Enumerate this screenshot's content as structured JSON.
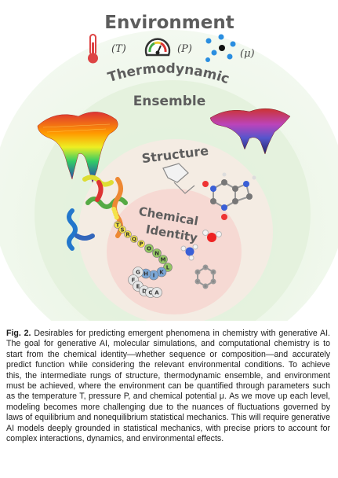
{
  "figure": {
    "levels": {
      "environment": "Environment",
      "thermodynamic": [
        "Thermodynamic",
        "Ensemble"
      ],
      "structure": "Structure",
      "chemical": [
        "Chemical",
        "Identity"
      ]
    },
    "symbols": {
      "temperature": "(T)",
      "pressure": "(P)",
      "chemical_potential": "(μ)"
    },
    "icons": [
      "thermometer-icon",
      "pressure-gauge-icon",
      "particles-icon"
    ],
    "sequence_beads": [
      "T",
      "S",
      "R",
      "Q",
      "P",
      "O",
      "N",
      "M",
      "L",
      "K",
      "I",
      "H",
      "G",
      "F",
      "E",
      "D",
      "C",
      "A"
    ],
    "colors": {
      "outer_ring": "#eef7ea",
      "thermo_ring": "#e5f2e0",
      "structure_ring": "#f4ede4",
      "chemical_core": "#f7dcd8",
      "bead_yellow": "#f4e34a",
      "bead_green": "#93c763",
      "bead_blue": "#7aa6d6",
      "bead_grey": "#e6e6e6"
    }
  },
  "caption": {
    "label": "Fig. 2.",
    "text": "Desirables for predicting emergent phenomena in chemistry with generative AI. The goal for generative AI, molecular simulations, and computational chemistry is to start from the chemical identity—whether sequence or composition—and accurately predict function while considering the relevant environmental conditions. To achieve this, the intermediate rungs of structure, thermodynamic ensemble, and environment must be achieved, where the environment can be quantified through parameters such as the temperature T, pressure P, and chemical potential μ. As we move up each level, modeling becomes more challenging due to the nuances of fluctuations governed by laws of equilibrium and nonequilibrium statistical mechanics. This will require generative AI models deeply grounded in statistical mechanics, with precise priors to account for complex interactions, dynamics, and environmental effects."
  }
}
